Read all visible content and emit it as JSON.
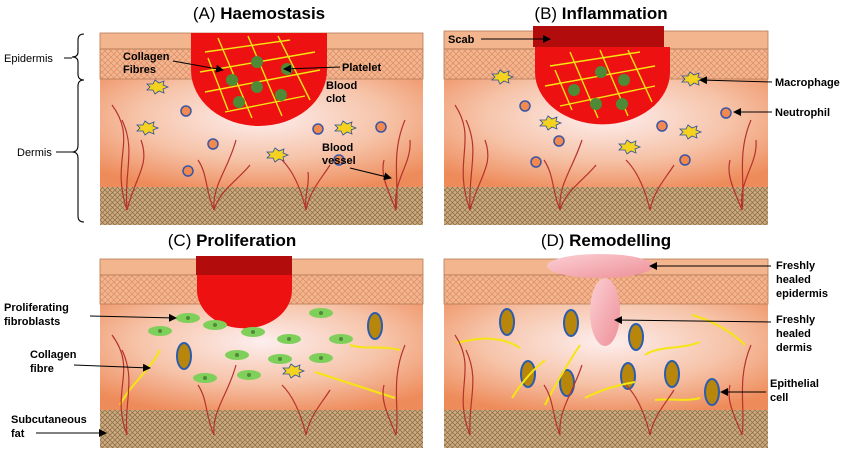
{
  "panels": {
    "a": {
      "title_prefix": "(A) ",
      "title_main": "Haemostasis"
    },
    "b": {
      "title_prefix": "(B) ",
      "title_main": "Inflammation"
    },
    "c": {
      "title_prefix": "(C) ",
      "title_main": "Proliferation"
    },
    "d": {
      "title_prefix": "(D) ",
      "title_main": "Remodelling"
    }
  },
  "labels": {
    "epidermis": "Epidermis",
    "dermis": "Dermis",
    "collagen_fibres": [
      "Collagen",
      "Fibres"
    ],
    "platelet": "Platelet",
    "blood_clot": [
      "Blood",
      "clot"
    ],
    "blood_vessel": [
      "Blood",
      "vessel"
    ],
    "scab": "Scab",
    "macrophage": "Macrophage",
    "neutrophil": "Neutrophil",
    "proliferating_fibroblasts": [
      "Proliferating",
      "fibroblasts"
    ],
    "collagen_fibre": [
      "Collagen",
      "fibre"
    ],
    "subcutaneous_fat": [
      "Subcutaneous",
      "fat"
    ],
    "freshly_healed_epidermis": [
      "Freshly",
      "healed",
      "epidermis"
    ],
    "freshly_healed_dermis": [
      "Freshly",
      "healed",
      "dermis"
    ],
    "epithelial_cell": [
      "Epithelial",
      "cell"
    ]
  },
  "colors": {
    "epidermis": "#f2b58e",
    "dermis_edge": "#ee8b5a",
    "dermis_center": "#fbe6e6",
    "fat": "#c9a77a",
    "clot": "#ee1111",
    "scab": "#b30c0c",
    "collagen": "#f5e611",
    "platelet": "#4f8a37",
    "fibroblast": "#7fcf5b",
    "epithelial_fill": "#b8860b",
    "epithelial_edge": "#2a5db0",
    "vessel": "#b5332c",
    "macrophage": "#f5d21f",
    "neutrophil_fill": "#f28a50",
    "neutrophil_edge": "#3a55a5",
    "healed": "#f4a6ad"
  }
}
